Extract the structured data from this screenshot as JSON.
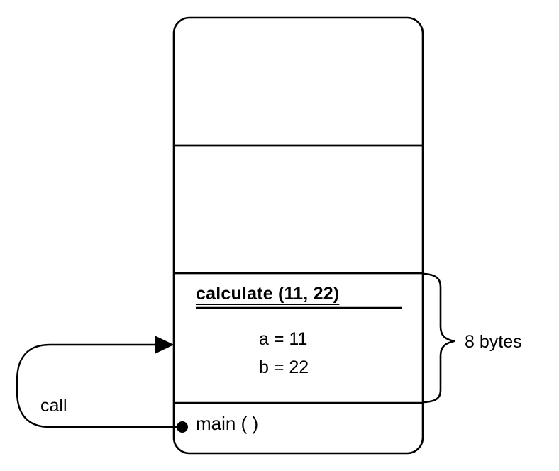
{
  "diagram": {
    "type": "call-stack-diagram",
    "stroke_color": "#000000",
    "background_color": "#ffffff",
    "stack": {
      "name": "call-stack",
      "slots": [
        {
          "id": "slot-empty-top",
          "label": "",
          "occupied": false
        },
        {
          "id": "slot-empty-middle",
          "label": "",
          "occupied": false
        },
        {
          "id": "slot-calculate-frame",
          "occupied": true,
          "title": "calculate (11, 22)",
          "variables": [
            {
              "name": "a",
              "assignment": "a = 11",
              "value": "11"
            },
            {
              "name": "b",
              "assignment": "b = 22",
              "value": "22"
            }
          ]
        },
        {
          "id": "slot-main-frame",
          "occupied": true,
          "title": "main ( )",
          "variables": []
        }
      ]
    },
    "brace": {
      "name": "size-brace",
      "label": "8 bytes",
      "spans": "slot-calculate-frame"
    },
    "call_edge": {
      "name": "call-arrow",
      "label": "call",
      "from": "main ( )",
      "to": "calculate (11, 22)"
    }
  }
}
